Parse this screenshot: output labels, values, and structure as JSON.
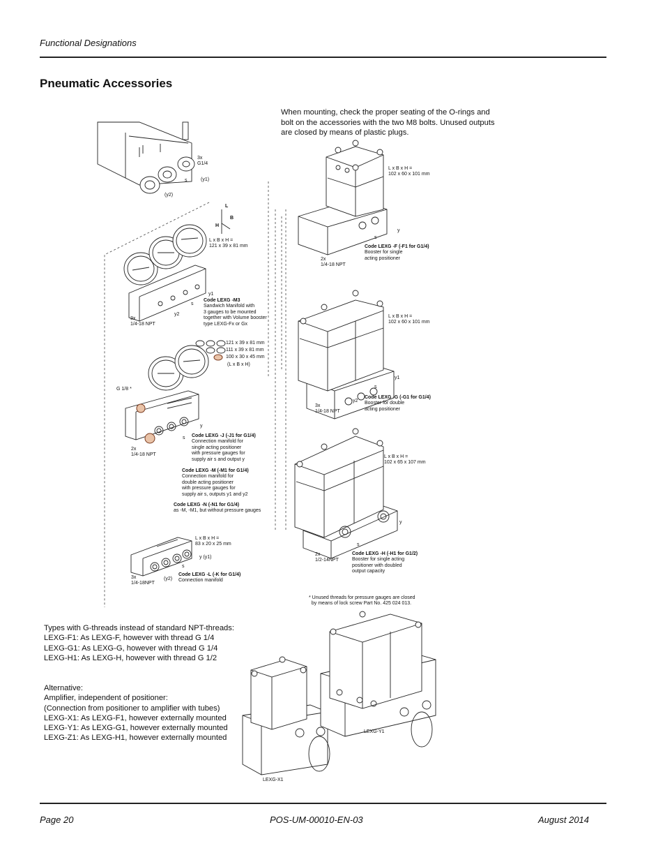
{
  "header": {
    "section": "Functional Designations"
  },
  "page_title": "Pneumatic Accessories",
  "mount_note": "When mounting, check the proper seating of the O-rings and bolt on the accessories with the two M8 bolts.  Unused outputs are closed by means of plastic plugs.",
  "labels": {
    "pos_3x": "3x",
    "pos_g14": "G1/4",
    "pos_y1": "(y1)",
    "pos_s": "s",
    "pos_y2": "(y2)",
    "axis_L": "L",
    "axis_B": "B",
    "axis_H": "H",
    "m3_dim": "L x B x H =\n121 x 39 x 81 mm",
    "m3_y1": "y1",
    "m3_s": "s",
    "m3_y2": "y2",
    "m3_ports": "3x\n1/4-18 NPT",
    "m3_code": "Code LEXG -M3",
    "m3_desc": "Sandwich Manifold with\n3 gauges to be mounted\ntogether with Volume booster\ntype LEXG-Fx or Gx",
    "gauge_dims": [
      "121 x 39 x 81 mm",
      "111 x 39 x 81 mm",
      "100 x 30 x 45 mm"
    ],
    "gauge_lbh": "(L x B x H)",
    "j_g18": "G 1/8 *",
    "j_y": "y",
    "j_s": "s",
    "j_ports": "2x\n1/4-18 NPT",
    "j_code": "Code LEXG -J  (-J1 for G1/4)",
    "j_desc": "Connection manifold for\nsingle acting positioner\nwith pressure gauges for\nsupply air s and output y",
    "m_code": "Code LEXG -M  (-M1 for G1/4)",
    "m_desc": "Connection manifold for\ndouble acting positioner\nwith pressure gauges for\nsupply air s, outputs y1 and y2",
    "n_code": "Code LEXG -N  (-N1 for G1/4)",
    "n_desc": "as -M, -M1, but without pressure gauges",
    "l_dim": "L x B x H =\n83 x 20 x 25 mm",
    "l_s": "s",
    "l_y": "y (y1)",
    "l_ports": "3x\n1/4-18NPT",
    "l_y2": "(y2)",
    "l_code": "Code LEXG -L  (-K for G1/4)",
    "l_desc": "Connection manifold",
    "f_dim": "L x B x H =\n102 x 60 x 101 mm",
    "f_y": "y",
    "f_s": "s",
    "f_ports": "2x\n1/4-18 NPT",
    "f_code": "Code LEXG -F (-F1 for G1/4)",
    "f_desc": "Booster for single\nacting positioner",
    "g_dim": "L x B x H =\n102 x 60 x 101 mm",
    "g_y1": "y1",
    "g_s": "s",
    "g_y2": "y2",
    "g_ports": "3x\n1/4-18 NPT",
    "g_code": "Code LEXG -G (-G1 for G1/4)",
    "g_desc": "Booster for double\nacting positioner",
    "h_dim": "L x B x H =\n102 x 65 x 107 mm",
    "h_y": "y",
    "h_s": "s",
    "h_ports": "2x\n1/2-14NPT",
    "h_code": "Code LEXG -H  (-H1 for G1/2)",
    "h_desc": "Booster for single acting\npositioner with doubled\noutput capacity",
    "footnote": "* Unused threads for pressure gauges are closed\n  by means of lock screw Part No. 425 024 013.",
    "x1": "LEXG-X1",
    "y1": "LEXG-Y1"
  },
  "g_threads": {
    "heading": "Types with G-threads instead of standard NPT-threads:",
    "lines": [
      "LEXG-F1: As LEXG-F, however with thread G 1/4",
      "LEXG-G1: As LEXG-G, however with thread G 1/4",
      "LEXG-H1: As LEXG-H, however with thread G 1/2"
    ]
  },
  "alternative": {
    "heading": "Alternative:",
    "line1": "Amplifier, independent of positioner:",
    "line2": "(Connection from positioner to amplifier with tubes)",
    "lines": [
      "LEXG-X1: As LEXG-F1, however externally mounted",
      "LEXG-Y1: As LEXG-G1, however externally mounted",
      "LEXG-Z1: As LEXG-H1, however externally mounted"
    ]
  },
  "footer": {
    "page": "Page 20",
    "doc": "POS-UM-00010-EN-03",
    "date": "August 2014"
  },
  "colors": {
    "seal": "#e9c3a8",
    "rule": "#222222"
  }
}
